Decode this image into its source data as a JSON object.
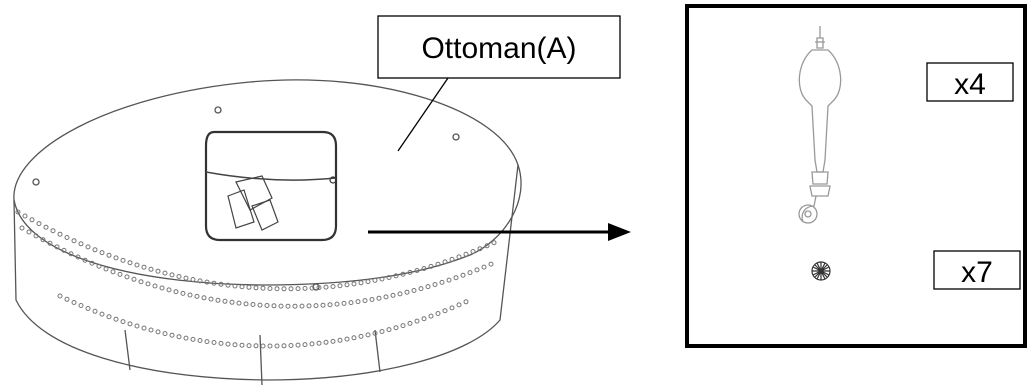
{
  "callout": {
    "label": "Ottoman(A)"
  },
  "parts_panel": {
    "parts": [
      {
        "icon": "caster-leg-icon",
        "quantity": "x4"
      },
      {
        "icon": "wheel-cap-icon",
        "quantity": "x7"
      }
    ]
  }
}
